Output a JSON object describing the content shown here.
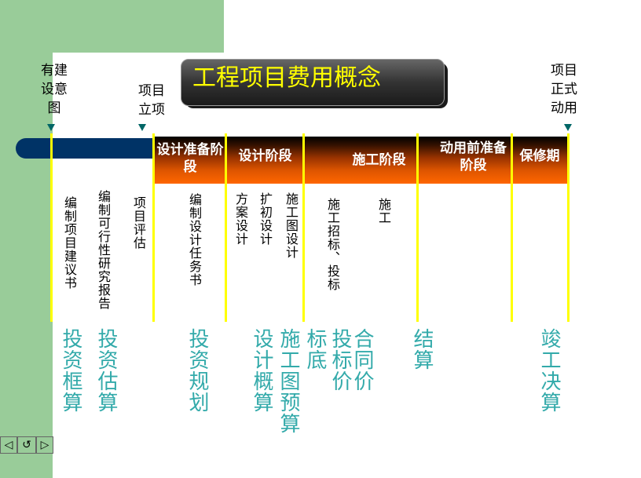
{
  "title": "工程项目费用概念",
  "markers": {
    "idea": "有建设意图",
    "approval": "项目立项",
    "operation": "项目正式动用"
  },
  "phases": [
    "设计准备阶段",
    "设计阶段",
    "施工阶段",
    "动用前准备阶段",
    "保修期"
  ],
  "tasks": [
    "编制项目建议书",
    "编制可行性研究报告",
    "项目评估",
    "编制设计任务书",
    "方案设计",
    "扩初设计",
    "施工图设计",
    "施工招标、投标",
    "施工"
  ],
  "outputs": [
    "投资框算",
    "投资估算",
    "投资规划",
    "设计概算",
    "施工图预算",
    "标底",
    "投标价",
    "合同价",
    "结算",
    "竣工决算"
  ],
  "nav": {
    "prev": "◁",
    "home": "↺",
    "next": "▷"
  },
  "colors": {
    "green": "#99cc99",
    "navy": "#003366",
    "orange": "#ff6600",
    "yellow": "#ffff00",
    "teal": "#33aaaa"
  }
}
